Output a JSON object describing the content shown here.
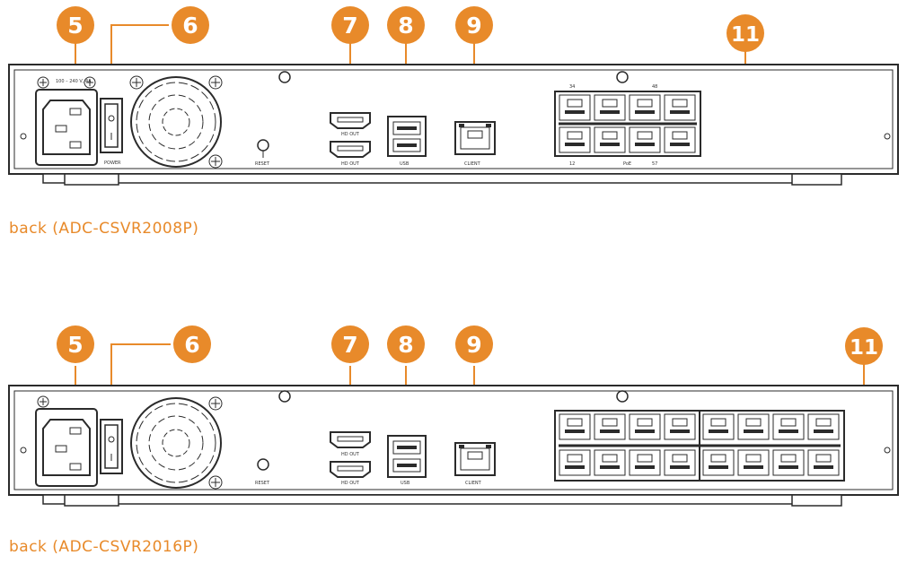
{
  "colors": {
    "accent": "#e88a2a",
    "line": "#2b2b2b",
    "panel": "#ffffff"
  },
  "units": [
    {
      "caption": "back (ADC-CSVR2008P)",
      "badges": [
        "5",
        "6",
        "7",
        "8",
        "9",
        "11"
      ],
      "labels": {
        "power_rating": "100 – 240 V, 4A",
        "power": "POWER",
        "reset": "RESET",
        "hd_out_top": "HD OUT",
        "hd_out_bottom": "HD OUT",
        "usb": "USB",
        "client": "CLIENT",
        "poe": "PoE",
        "port_tl": "34",
        "port_tr": "48",
        "port_bl": "12",
        "port_br": "57"
      }
    },
    {
      "caption": "back (ADC-CSVR2016P)",
      "badges": [
        "5",
        "6",
        "7",
        "8",
        "9",
        "11"
      ],
      "labels": {
        "reset": "RESET",
        "hd_out_top": "HD OUT",
        "hd_out_bottom": "HD OUT",
        "usb": "USB",
        "client": "CLIENT"
      }
    }
  ]
}
